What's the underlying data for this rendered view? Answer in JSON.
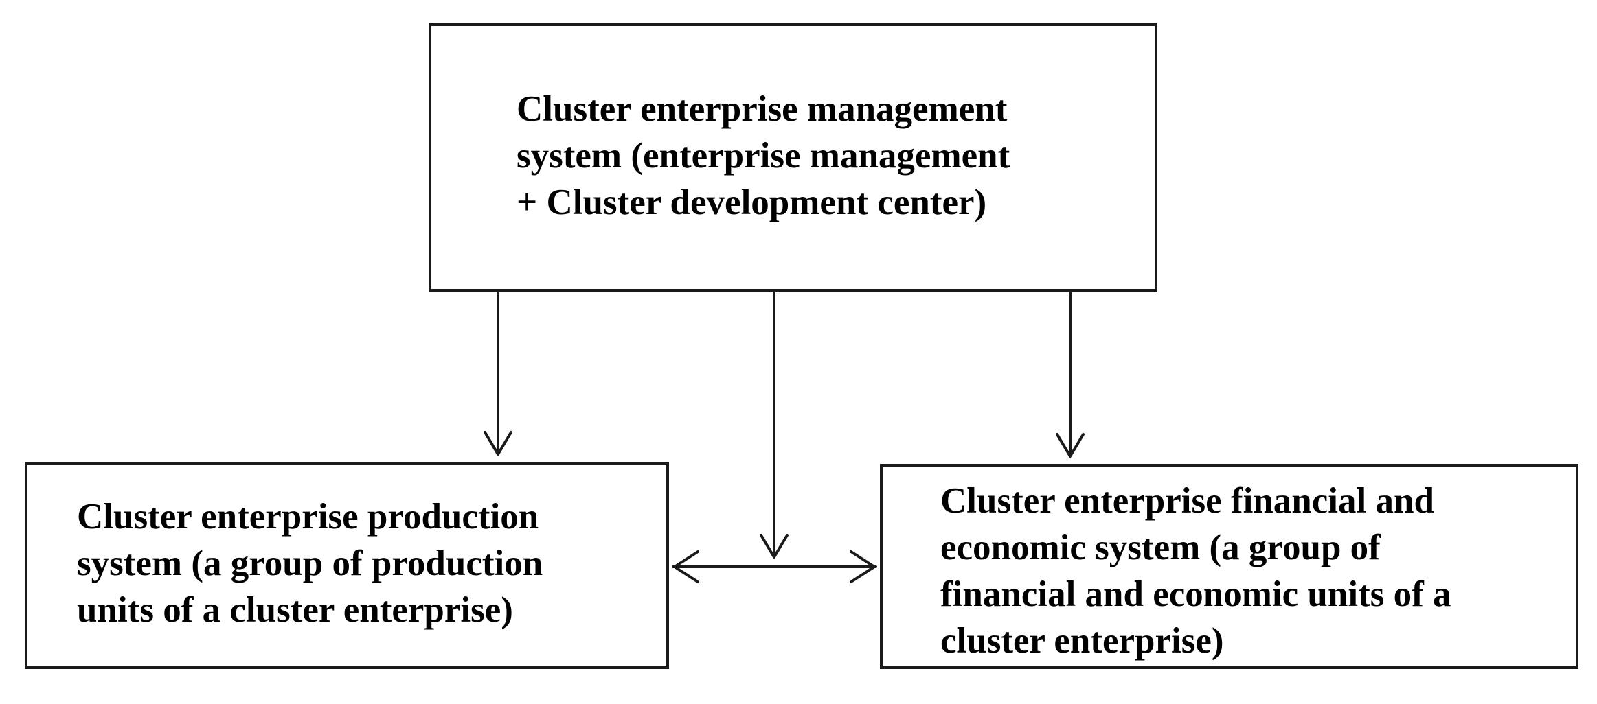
{
  "diagram": {
    "nodes": {
      "management": {
        "lines": [
          "Cluster enterprise management",
          "system (enterprise management",
          "+ Cluster development center)"
        ]
      },
      "production": {
        "lines": [
          "Cluster enterprise production",
          "system (a group of production",
          "units of a cluster enterprise)"
        ]
      },
      "financial": {
        "lines": [
          "Cluster enterprise financial and",
          "economic system (a group of",
          "financial and economic units of a",
          "cluster enterprise)"
        ]
      }
    },
    "edges": [
      {
        "from": "management",
        "to": "production",
        "type": "arrow"
      },
      {
        "from": "management",
        "to": "production-financial-link",
        "type": "arrow"
      },
      {
        "from": "management",
        "to": "financial",
        "type": "arrow"
      },
      {
        "from": "production",
        "to": "financial",
        "type": "bidirectional-arrow"
      }
    ],
    "colors": {
      "stroke": "#1a1a1a",
      "text": "#000000",
      "background": "#ffffff"
    }
  }
}
